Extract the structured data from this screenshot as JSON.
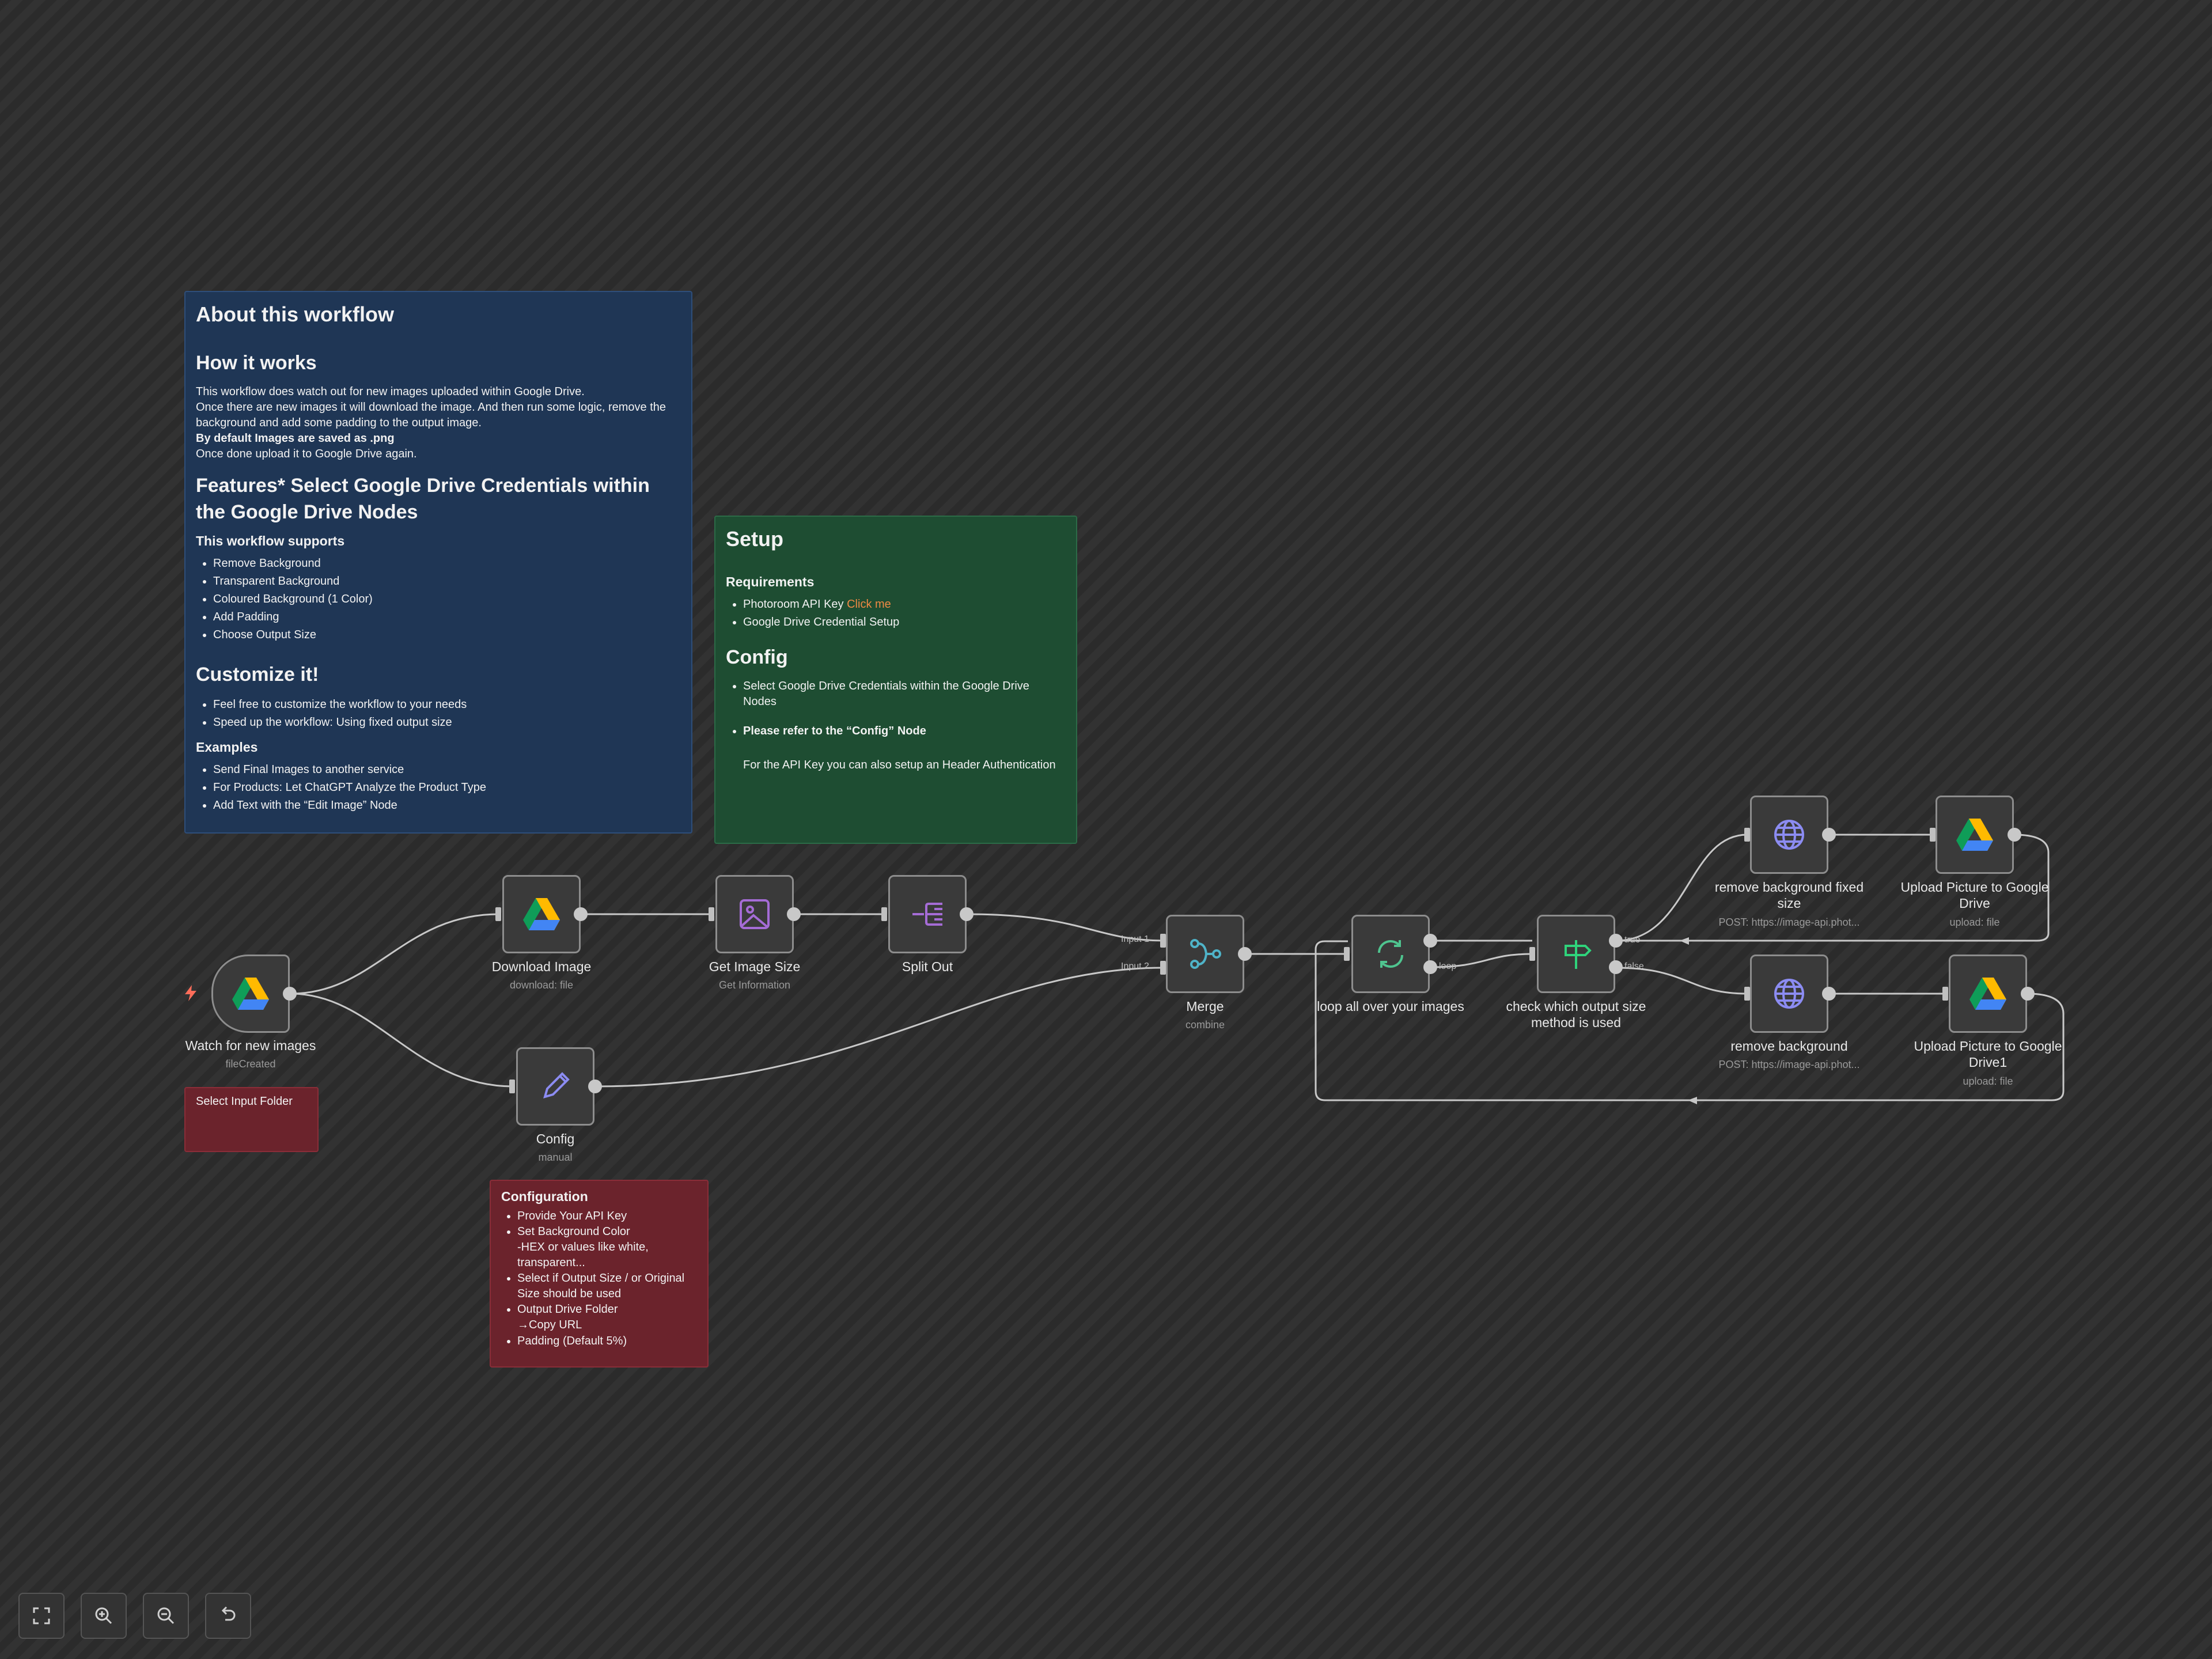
{
  "about": {
    "title": "About this workflow",
    "how_heading": "How it works",
    "how_line1": "This workflow does watch out for new images uploaded within Google Drive.",
    "how_line2": "Once there are new images it will download the image. And then run some logic, remove the background and add some padding to the output image.",
    "how_line3": "By default Images are saved as .png",
    "how_line4": "Once done upload it to Google Drive again.",
    "features_heading": "Features* Select Google Drive Credentials within the Google Drive Nodes",
    "supports_heading": "This workflow supports",
    "supports": [
      "Remove Background",
      "Transparent Background",
      "Coloured Background (1 Color)",
      "Add Padding",
      "Choose Output Size"
    ],
    "customize_heading": "Customize it!",
    "customize": [
      "Feel free to customize the workflow to your needs",
      "Speed up the workflow: Using fixed output size"
    ],
    "examples_heading": "Examples",
    "examples": [
      "Send Final Images to another service",
      "For Products: Let ChatGPT Analyze the Product Type",
      "Add Text with the “Edit Image” Node"
    ]
  },
  "setup": {
    "title": "Setup",
    "requirements_heading": "Requirements",
    "req1_text": "Photoroom API Key ",
    "req1_link": "Click me",
    "req2": "Google Drive Credential Setup",
    "config_heading": "Config",
    "config1": "Select Google Drive Credentials within the Google Drive Nodes",
    "config2": "Please refer to the “Config” Node",
    "config2_note": "For the API Key you can also setup an Header Authentication"
  },
  "select_folder_note": "Select Input Folder",
  "configuration_note": {
    "title": "Configuration",
    "item1": "Provide Your API Key",
    "item2a": "Set Background Color",
    "item2b": "-HEX or values like white, transparent...",
    "item3": "Select if Output Size / or Original Size should be used",
    "item4a": "Output Drive Folder",
    "item4b": "→Copy URL",
    "item5": "Padding (Default 5%)"
  },
  "nodes": {
    "watch": {
      "label": "Watch for new images",
      "sub": "fileCreated"
    },
    "download": {
      "label": "Download Image",
      "sub": "download: file"
    },
    "getsize": {
      "label": "Get Image Size",
      "sub": "Get Information"
    },
    "split": {
      "label": "Split Out",
      "sub": ""
    },
    "config": {
      "label": "Config",
      "sub": "manual"
    },
    "merge": {
      "label": "Merge",
      "sub": "combine",
      "input1": "Input 1",
      "input2": "Input 2"
    },
    "loop": {
      "label": "loop all over your images",
      "sub": "",
      "loop_handle": "loop"
    },
    "check": {
      "label": "check which output size method is used",
      "sub": "",
      "true_handle": "true",
      "false_handle": "false"
    },
    "removefixed": {
      "label": "remove background fixed size",
      "sub": "POST: https://image-api.phot..."
    },
    "remove": {
      "label": "remove background",
      "sub": "POST: https://image-api.phot..."
    },
    "upload1": {
      "label": "Upload Picture to Google Drive",
      "sub": "upload: file"
    },
    "upload2": {
      "label": "Upload Picture to Google Drive1",
      "sub": "upload: file"
    }
  },
  "icons": {
    "drive": "google-drive-icon",
    "image": "image-icon",
    "split": "split-out-icon",
    "pencil": "pencil-icon",
    "merge": "merge-icon",
    "loop": "loop-icon",
    "if": "signpost-icon",
    "http": "globe-icon",
    "trigger": "lightning-icon"
  },
  "colors": {
    "blue_note": "#1f3655",
    "green_note": "#1e4d32",
    "red_note": "#6b232c",
    "edge": "#c8c8c8",
    "accent_link": "#f08a44"
  },
  "controls": {
    "fit": "fit-view-icon",
    "zoom_in": "zoom-in-icon",
    "zoom_out": "zoom-out-icon",
    "reset": "reset-zoom-icon"
  }
}
